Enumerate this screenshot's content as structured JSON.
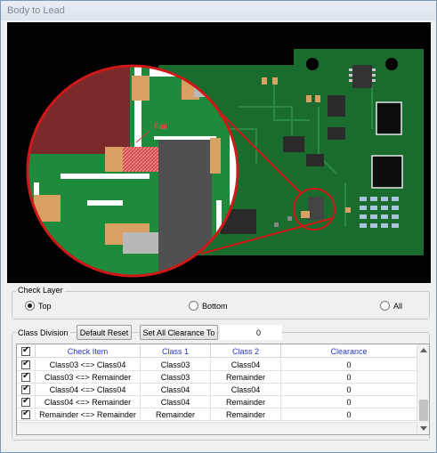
{
  "window": {
    "title": "Body to Lead"
  },
  "viewer": {
    "callout_label": "Fail"
  },
  "check_layer": {
    "legend": "Check Layer",
    "options": [
      {
        "label": "Top",
        "selected": true
      },
      {
        "label": "Bottom",
        "selected": false
      },
      {
        "label": "All",
        "selected": false
      }
    ]
  },
  "class_division": {
    "legend": "Class Division",
    "default_reset_label": "Default Reset",
    "set_all_label": "Set All Clearance To",
    "set_all_value": "0"
  },
  "grid": {
    "header_checked": true,
    "columns": [
      "Check Item",
      "Class 1",
      "Class 2",
      "Clearance"
    ],
    "rows": [
      {
        "checked": true,
        "check_item": "Class03 <=> Class04",
        "class1": "Class03",
        "class2": "Class04",
        "clearance": "0"
      },
      {
        "checked": true,
        "check_item": "Class03 <=> Remainder",
        "class1": "Class03",
        "class2": "Remainder",
        "clearance": "0"
      },
      {
        "checked": true,
        "check_item": "Class04 <=> Class04",
        "class1": "Class04",
        "class2": "Class04",
        "clearance": "0"
      },
      {
        "checked": true,
        "check_item": "Class04 <=> Remainder",
        "class1": "Class04",
        "class2": "Remainder",
        "clearance": "0"
      },
      {
        "checked": true,
        "check_item": "Remainder <=> Remainder",
        "class1": "Remainder",
        "class2": "Remainder",
        "clearance": "0"
      }
    ]
  },
  "colors": {
    "pcb_green": "#1a6b2e",
    "copper": "#d9a064",
    "highlight_red": "#d01818",
    "header_blue": "#2838c8"
  }
}
